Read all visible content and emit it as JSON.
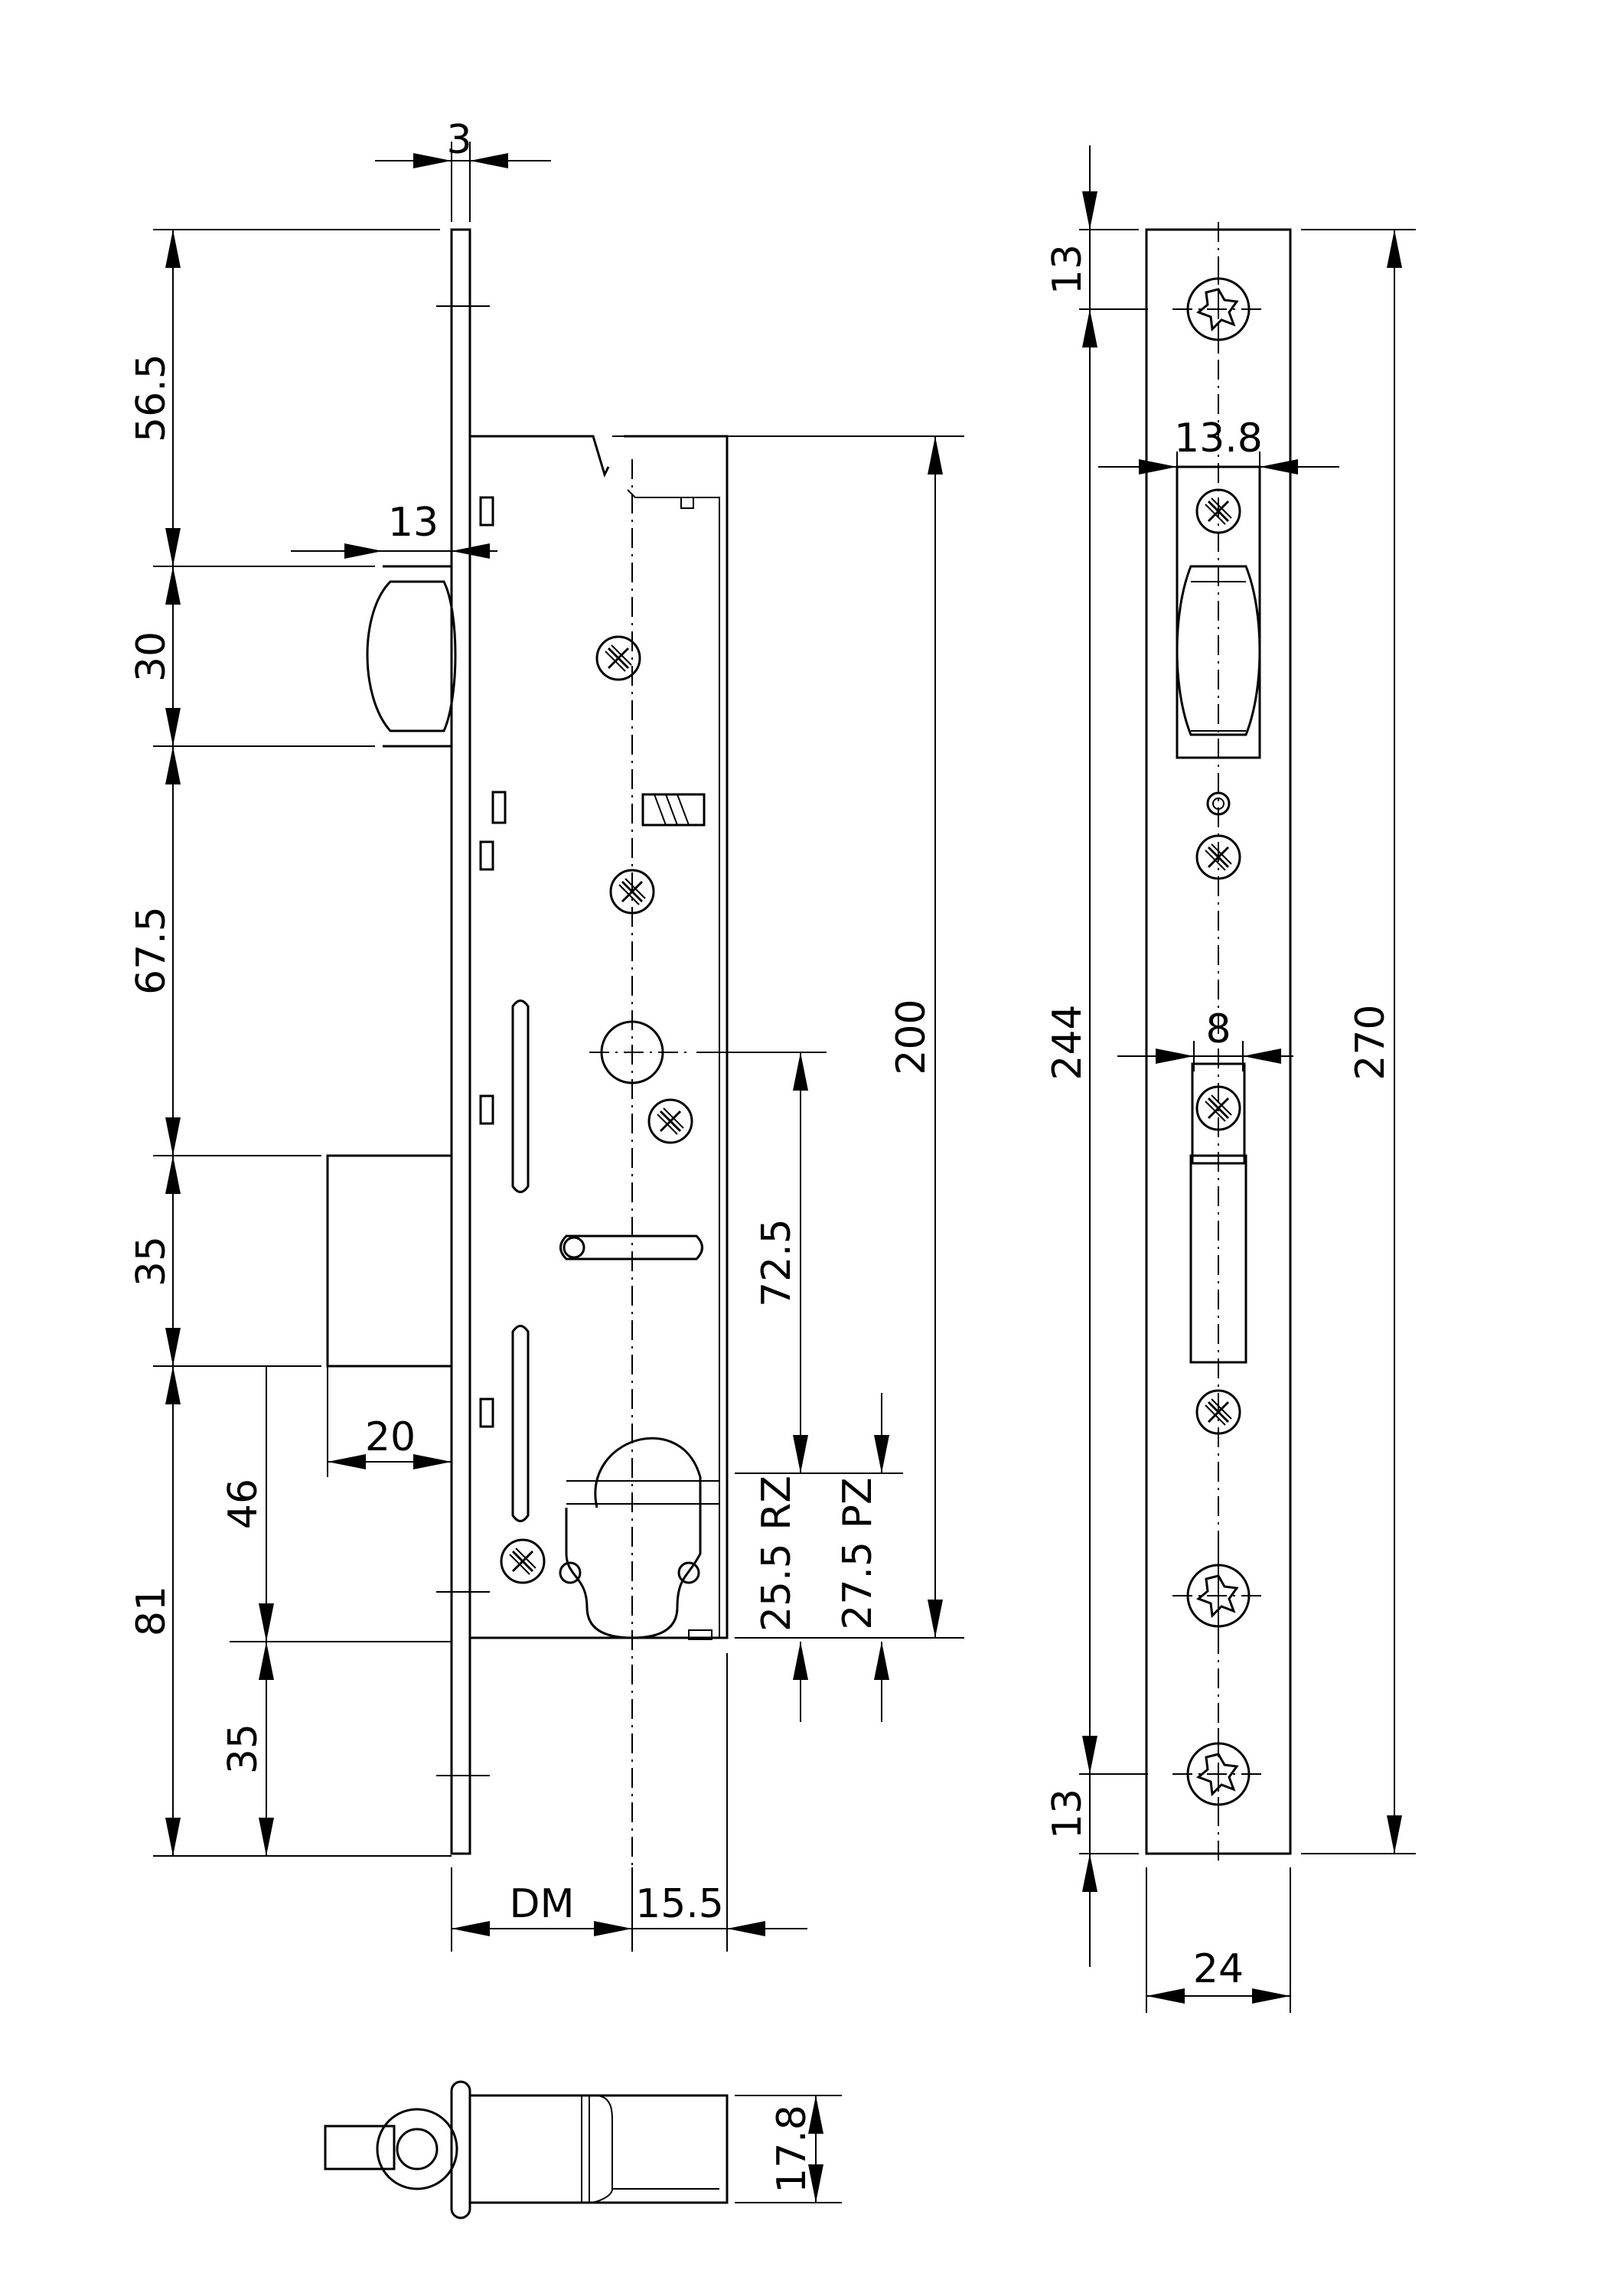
{
  "drawing": {
    "front_view": {
      "dimensions": {
        "faceplate_thickness": "3",
        "top_to_latch": "56.5",
        "latch_height": "30",
        "latch_projection": "13",
        "latch_to_bolt": "67.5",
        "bolt_height": "35",
        "bolt_projection": "20",
        "bolt_to_cylinder": "46",
        "bolt_to_bottom": "81",
        "cylinder_to_bottom": "35",
        "case_height": "200",
        "handle_to_cylinder": "72.5",
        "rz_value": "25.5 RZ",
        "pz_value": "27.5 PZ",
        "backset": "DM",
        "case_depth": "15.5"
      }
    },
    "side_view": {
      "dimensions": {
        "top_screw_offset": "13",
        "latch_width": "13.8",
        "bolt_width": "8",
        "screw_spacing": "244",
        "total_length": "270",
        "bottom_screw_offset": "13",
        "plate_width": "24"
      }
    },
    "bottom_view": {
      "dimensions": {
        "case_width": "17.8"
      }
    }
  }
}
